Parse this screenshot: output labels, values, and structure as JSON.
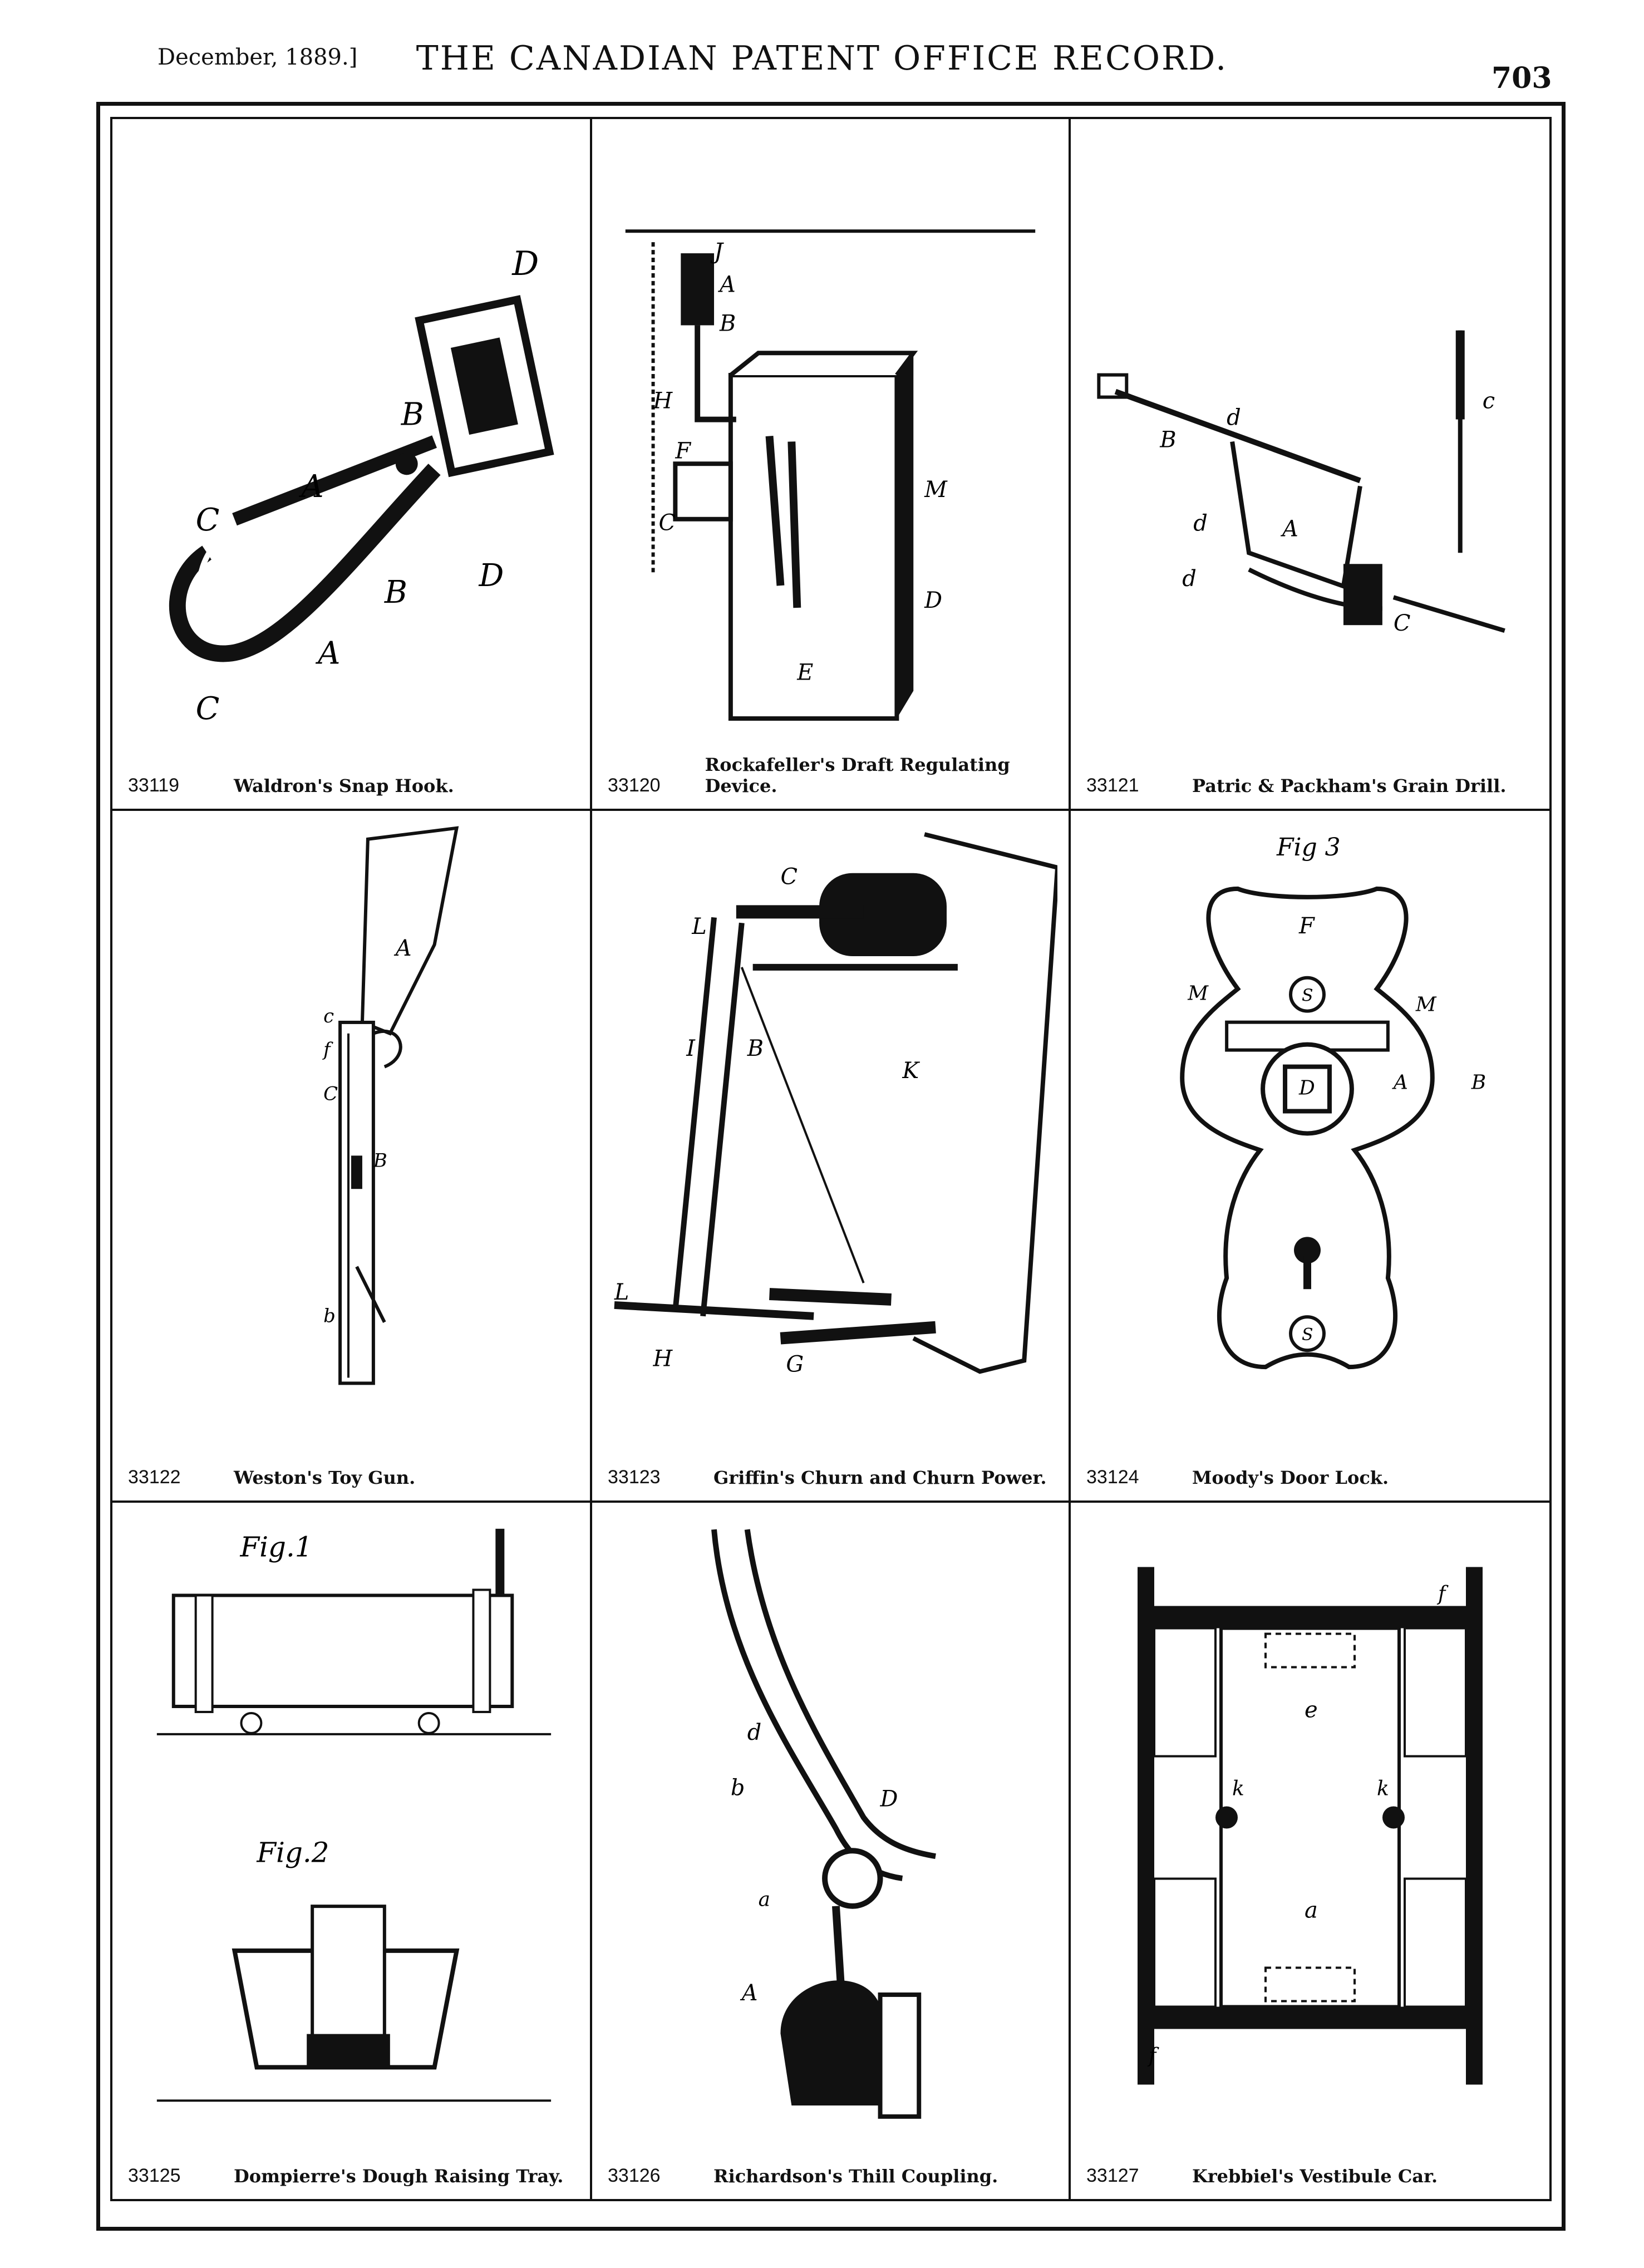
{
  "header": {
    "date": "December, 1889.]",
    "title": "THE CANADIAN PATENT OFFICE RECORD.",
    "page_number": "703"
  },
  "patents": [
    {
      "number": "33119",
      "title": "Waldron's Snap Hook."
    },
    {
      "number": "33120",
      "title": "Rockafeller's Draft Regulating Device."
    },
    {
      "number": "33121",
      "title": "Patric & Packham's Grain Drill."
    },
    {
      "number": "33122",
      "title": "Weston's Toy Gun."
    },
    {
      "number": "33123",
      "title": "Griffin's Churn and Churn Power."
    },
    {
      "number": "33124",
      "title": "Moody's Door Lock."
    },
    {
      "number": "33125",
      "title": "Dompierre's Dough Raising Tray."
    },
    {
      "number": "33126",
      "title": "Richardson's Thill Coupling."
    },
    {
      "number": "33127",
      "title": "Krebbiel's Vestibule Car."
    }
  ],
  "figure_labels": {
    "moody_fig": "Fig 3",
    "dompierre_fig1": "Fig.1",
    "dompierre_fig2": "Fig.2"
  }
}
